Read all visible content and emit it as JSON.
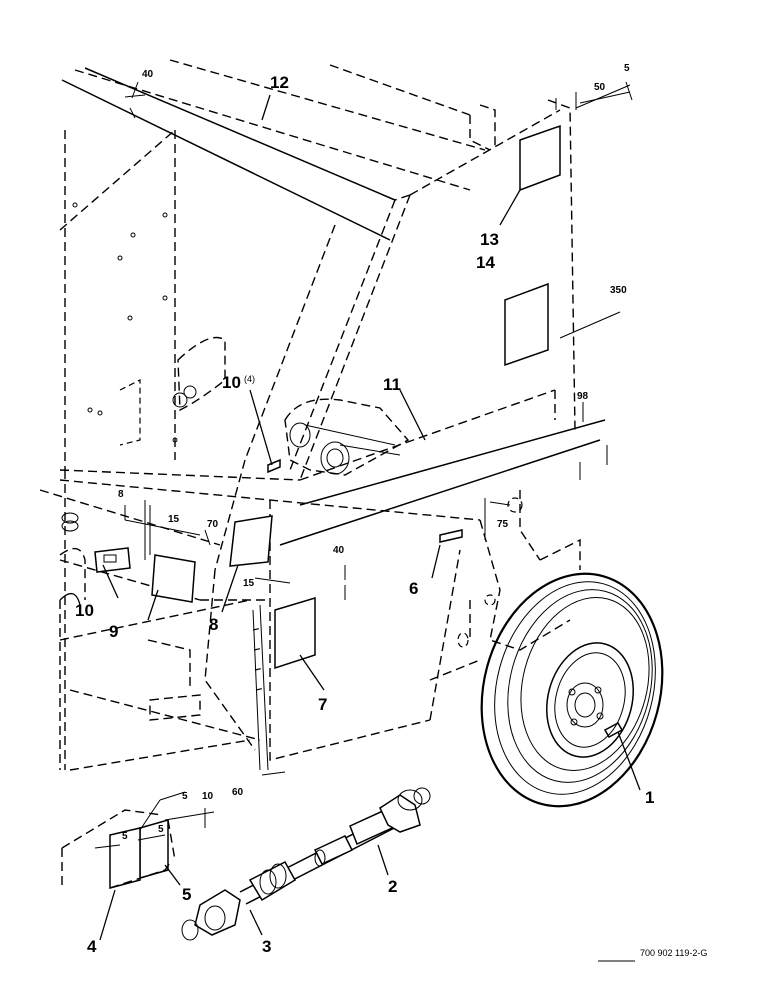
{
  "drawing_number": "700 902 119-2-G",
  "callouts": {
    "c1": "1",
    "c2": "2",
    "c3": "3",
    "c4": "4",
    "c5": "5",
    "c6": "6",
    "c7": "7",
    "c8": "8",
    "c9": "9",
    "c10": "10",
    "c10_4": "10",
    "c10_4_qty": "(4)",
    "c11": "11",
    "c12": "12",
    "c13": "13",
    "c14": "14"
  },
  "dimensions": {
    "d40_top": "40",
    "d50": "50",
    "d5_top": "5",
    "d350": "350",
    "d98": "98",
    "d75": "75",
    "d8": "8",
    "d15_left": "15",
    "d70": "70",
    "d15_mid": "15",
    "d40_mid": "40",
    "d60": "60",
    "d5_a": "5",
    "d10": "10",
    "d5_b": "5",
    "d5_c": "5"
  }
}
